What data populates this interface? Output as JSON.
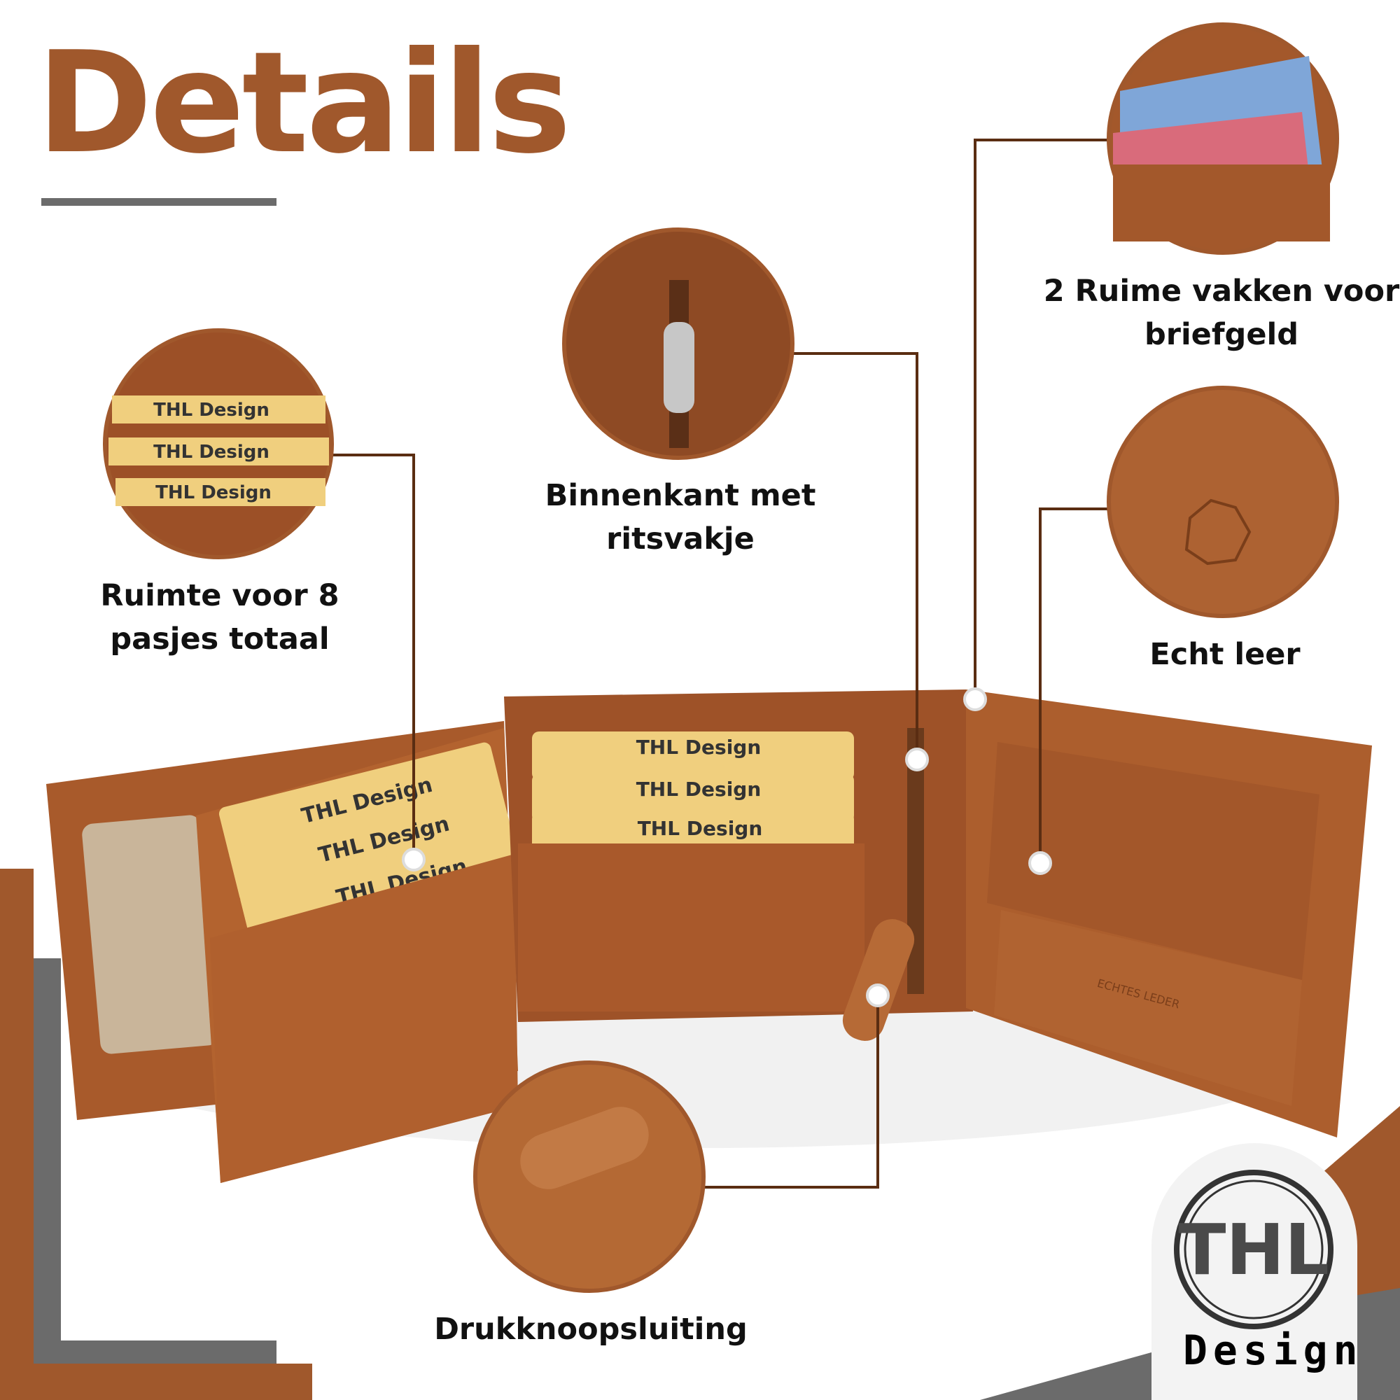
{
  "header": {
    "title": "Details"
  },
  "features": [
    {
      "id": "cards",
      "lines": [
        "Ruimte voor 8",
        "pasjes totaal"
      ]
    },
    {
      "id": "zipper",
      "lines": [
        "Binnenkant met",
        "ritsvakje"
      ]
    },
    {
      "id": "bills",
      "lines": [
        "2 Ruime vakken voor",
        "briefgeld"
      ]
    },
    {
      "id": "leather",
      "lines": [
        "Echt leer"
      ]
    },
    {
      "id": "snap",
      "lines": [
        "Drukknoopsluiting"
      ]
    }
  ],
  "wallet": {
    "card_label": "THL Design",
    "stamp_text": "ECHTES LEDER"
  },
  "logo": {
    "mark": "THL",
    "word": "Design"
  },
  "colors": {
    "brand_brown": "#a0582c",
    "leather": "#b0622f",
    "line": "#5a2d12",
    "gray": "#6b6b6b"
  }
}
